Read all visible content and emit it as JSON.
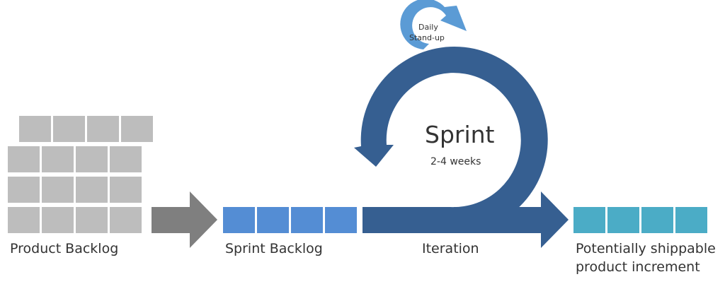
{
  "colors": {
    "backlog_block": "#bdbdbd",
    "backlog_arrow": "#7f7f7f",
    "sprint_block": "#548dd4",
    "iteration": "#365f91",
    "standup_arrow": "#5b9bd5",
    "increment_block": "#4bacc6"
  },
  "product_backlog": {
    "label": "Product Backlog",
    "icon": "stacked-blocks",
    "rows": [
      4,
      4,
      4,
      4
    ]
  },
  "sprint_backlog": {
    "label": "Sprint Backlog",
    "blocks": 4
  },
  "iteration": {
    "label": "Iteration"
  },
  "sprint": {
    "title": "Sprint",
    "duration": "2-4 weeks",
    "icon": "circular-arrow"
  },
  "daily_standup": {
    "line1": "Daily",
    "line2": "Stand-up",
    "icon": "circular-arrow-small"
  },
  "increment": {
    "line1": "Potentially shippable",
    "line2": "product increment",
    "blocks": 4
  }
}
